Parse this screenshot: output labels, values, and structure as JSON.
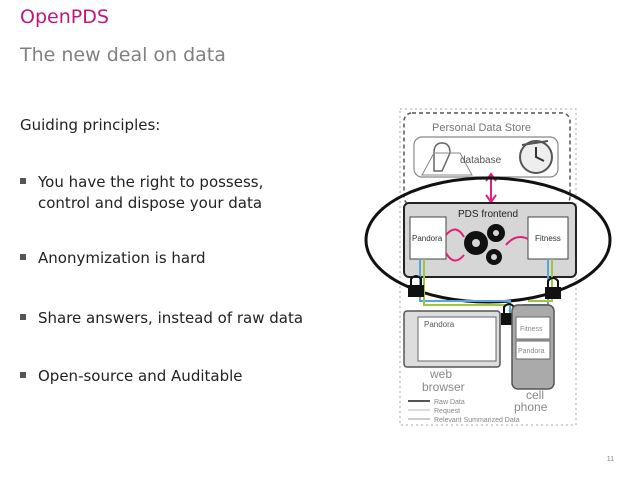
{
  "slide": {
    "title": "OpenPDS",
    "subtitle": "The new deal on data",
    "heading": "Guiding principles:",
    "bullets": [
      {
        "line1": "You have the right to possess,",
        "line2": "control and dispose your data"
      },
      {
        "line1": "Anonymization is hard",
        "line2": ""
      },
      {
        "line1": "Share answers, instead of raw data",
        "line2": ""
      },
      {
        "line1": "Open-source and Auditable",
        "line2": ""
      }
    ],
    "page_number": "11"
  },
  "diagram": {
    "personal_data_store": "Personal Data Store",
    "database": "database",
    "pds_frontend": "PDS frontend",
    "pandora": "Pandora",
    "fitness": "Fitness",
    "web": "web",
    "browser": "browser",
    "cell": "cell",
    "phone": "phone",
    "legend_raw": "Raw Data",
    "legend_request": "Request",
    "legend_relevant": "Relevant Summarized Data"
  },
  "colors": {
    "accent": "#c0187a",
    "subtitle": "#808080",
    "request_line": "#e0207a",
    "data_line_blue": "#58a6d8",
    "data_line_green": "#9cc840"
  },
  "icons": [
    "gear-icon",
    "lock-icon",
    "map-pin-icon",
    "clock-icon"
  ]
}
